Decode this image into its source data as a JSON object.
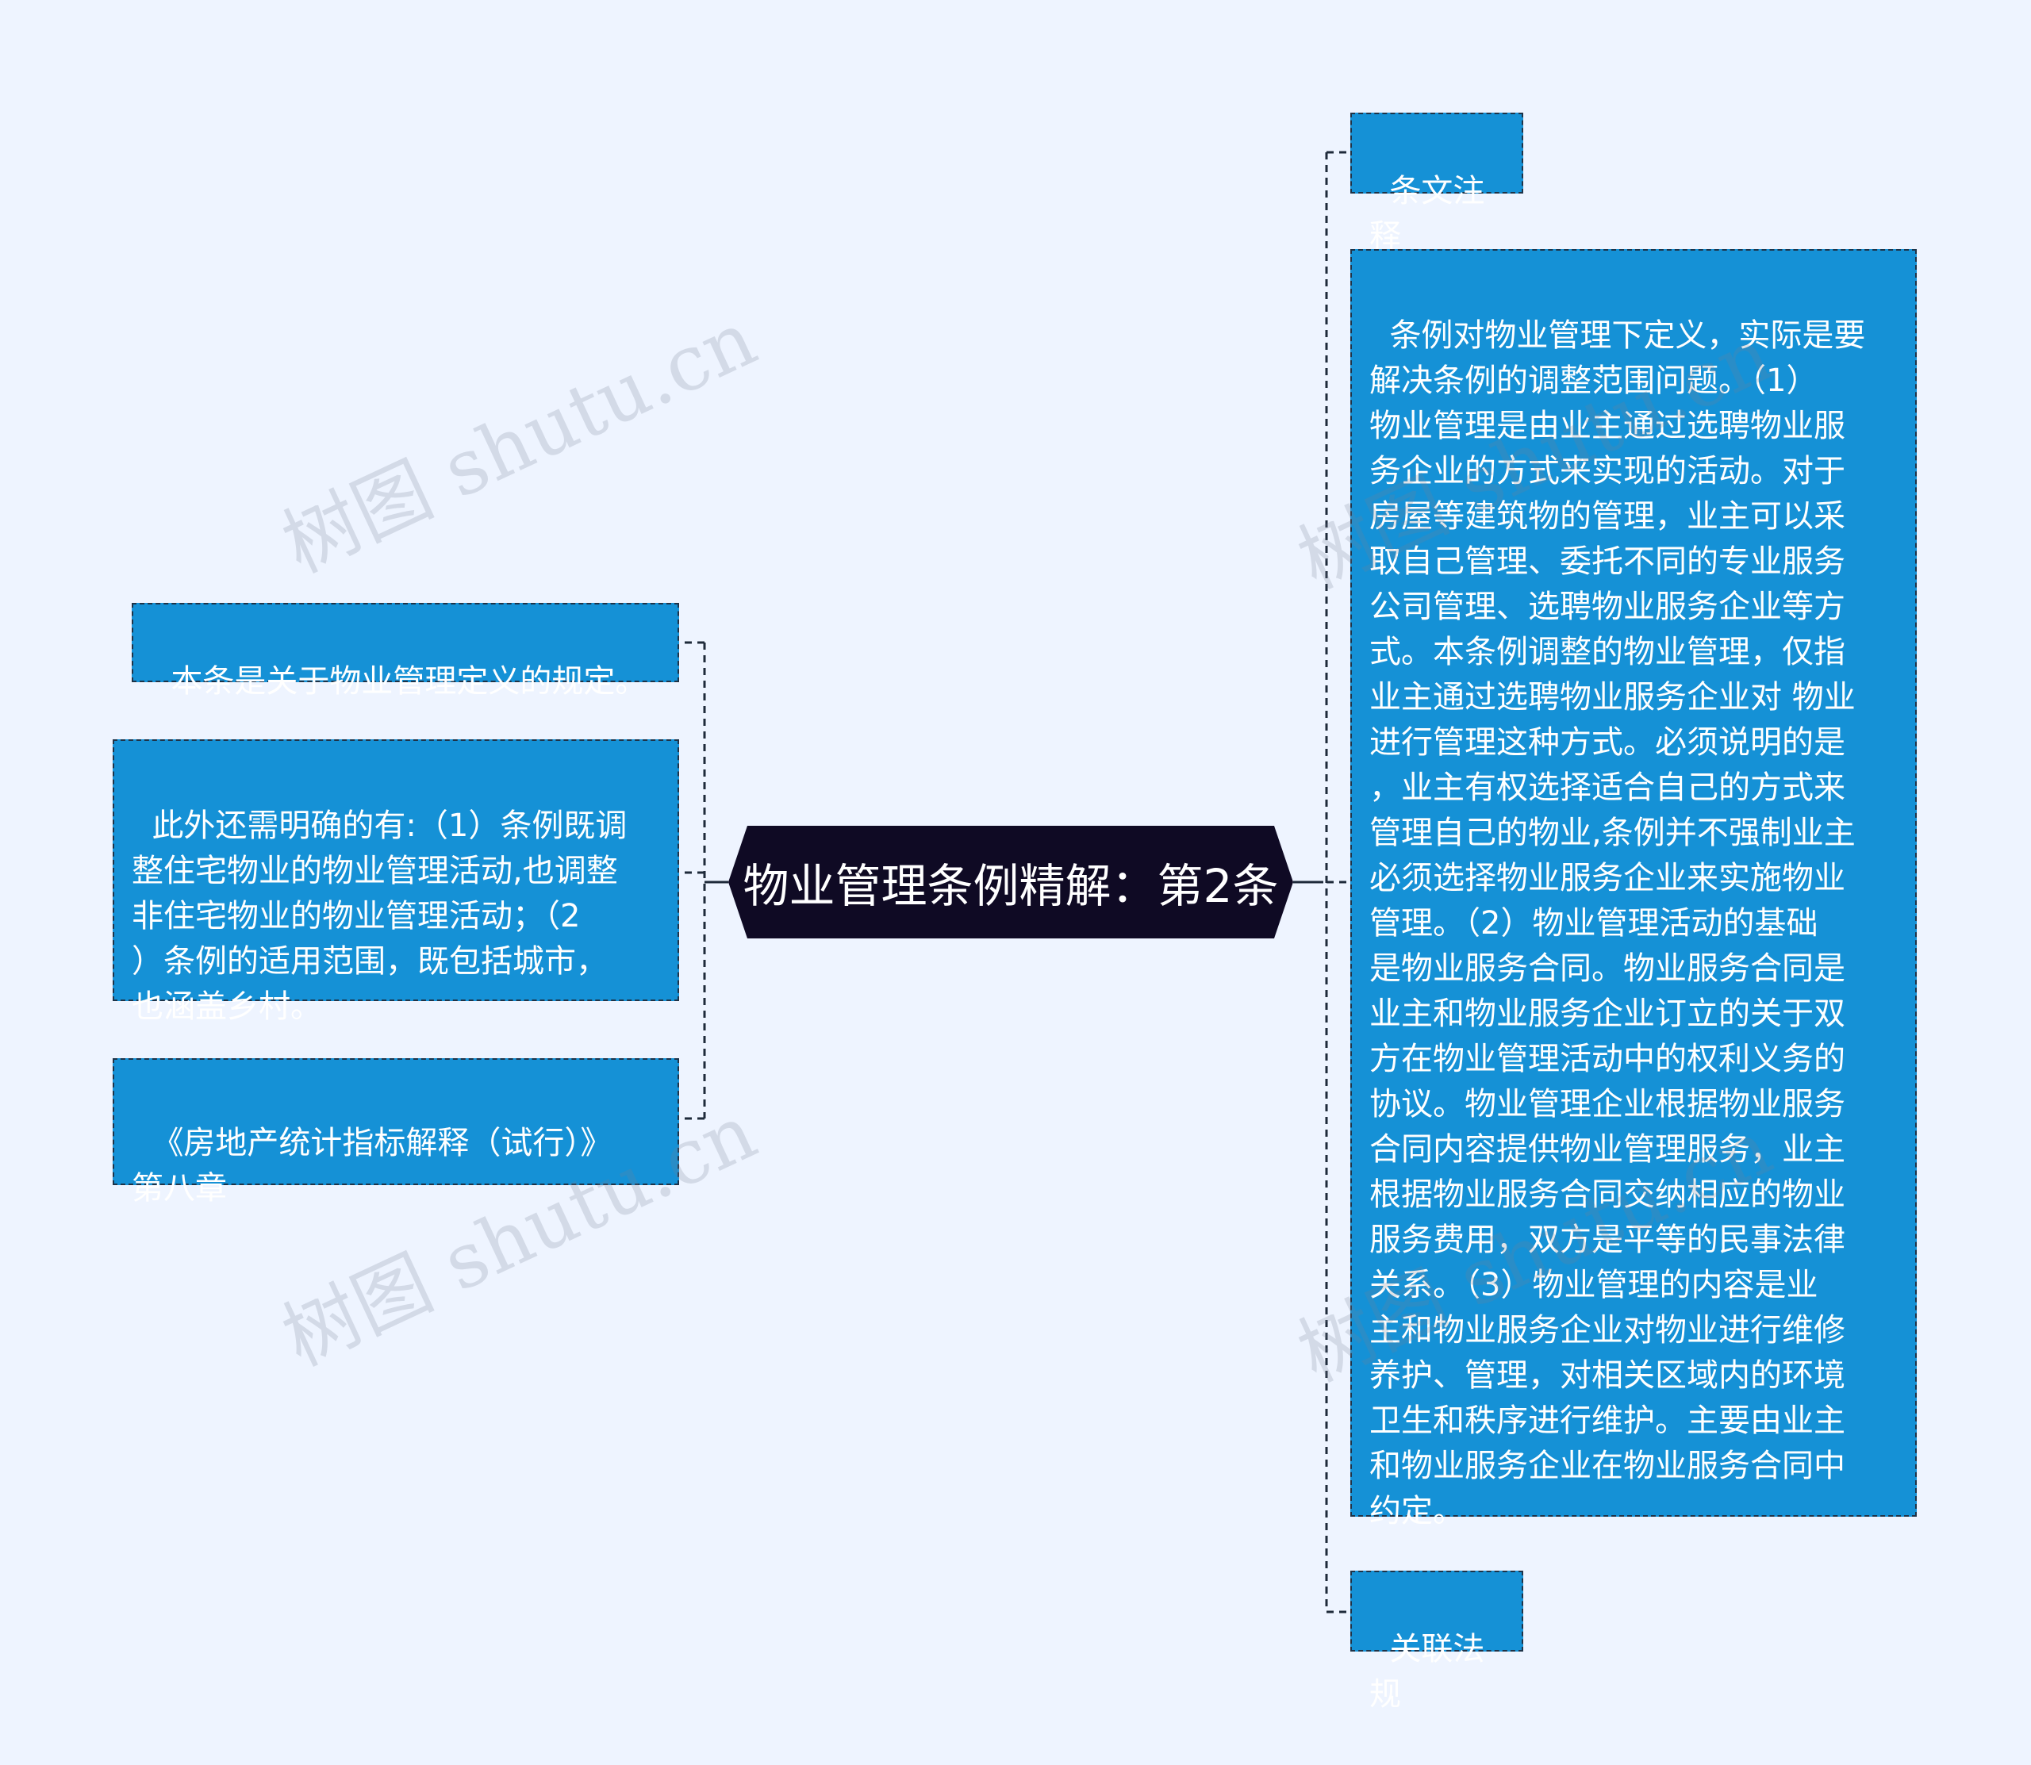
{
  "root": {
    "title": "物业管理条例精解：第2条"
  },
  "left_nodes": [
    "本条是关于物业管理定义的规定。",
    "此外还需明确的有:（1）条例既调\n整住宅物业的物业管理活动,也调整\n非住宅物业的物业管理活动；（2\n）条例的适用范围，既包括城市，\n也涵盖乡村。",
    "《房地产统计指标解释（试行）》\n第八章"
  ],
  "right_nodes": [
    "条文注释",
    "条例对物业管理下定义，实际是要\n解决条例的调整范围问题。（1）\n物业管理是由业主通过选聘物业服\n务企业的方式来实现的活动。对于\n房屋等建筑物的管理，业主可以采\n取自己管理、委托不同的专业服务\n公司管理、选聘物业服务企业等方\n式。本条例调整的物业管理，仅指\n业主通过选聘物业服务企业对 物业\n进行管理这种方式。必须说明的是\n，业主有权选择适合自己的方式来\n管理自己的物业,条例并不强制业主\n必须选择物业服务企业来实施物业\n管理。（2）物业管理活动的基础\n是物业服务合同。物业服务合同是\n业主和物业服务企业订立的关于双\n方在物业管理活动中的权利义务的\n协议。物业管理企业根据物业服务\n合同内容提供物业管理服务，业主\n根据物业服务合同交纳相应的物业\n服务费用，双方是平等的民事法律\n关系。（3）物业管理的内容是业\n主和物业服务企业对物业进行维修\n养护、管理，对相关区域内的环境\n卫生和秩序进行维护。主要由业主\n和物业服务企业在物业服务合同中\n约定。",
    "关联法规"
  ],
  "watermark": "树图 shutu.cn",
  "colors": {
    "background": "#eef4ff",
    "node_fill": "#1591d6",
    "root_fill": "#0f0a24",
    "connector": "#1e2a3a"
  }
}
